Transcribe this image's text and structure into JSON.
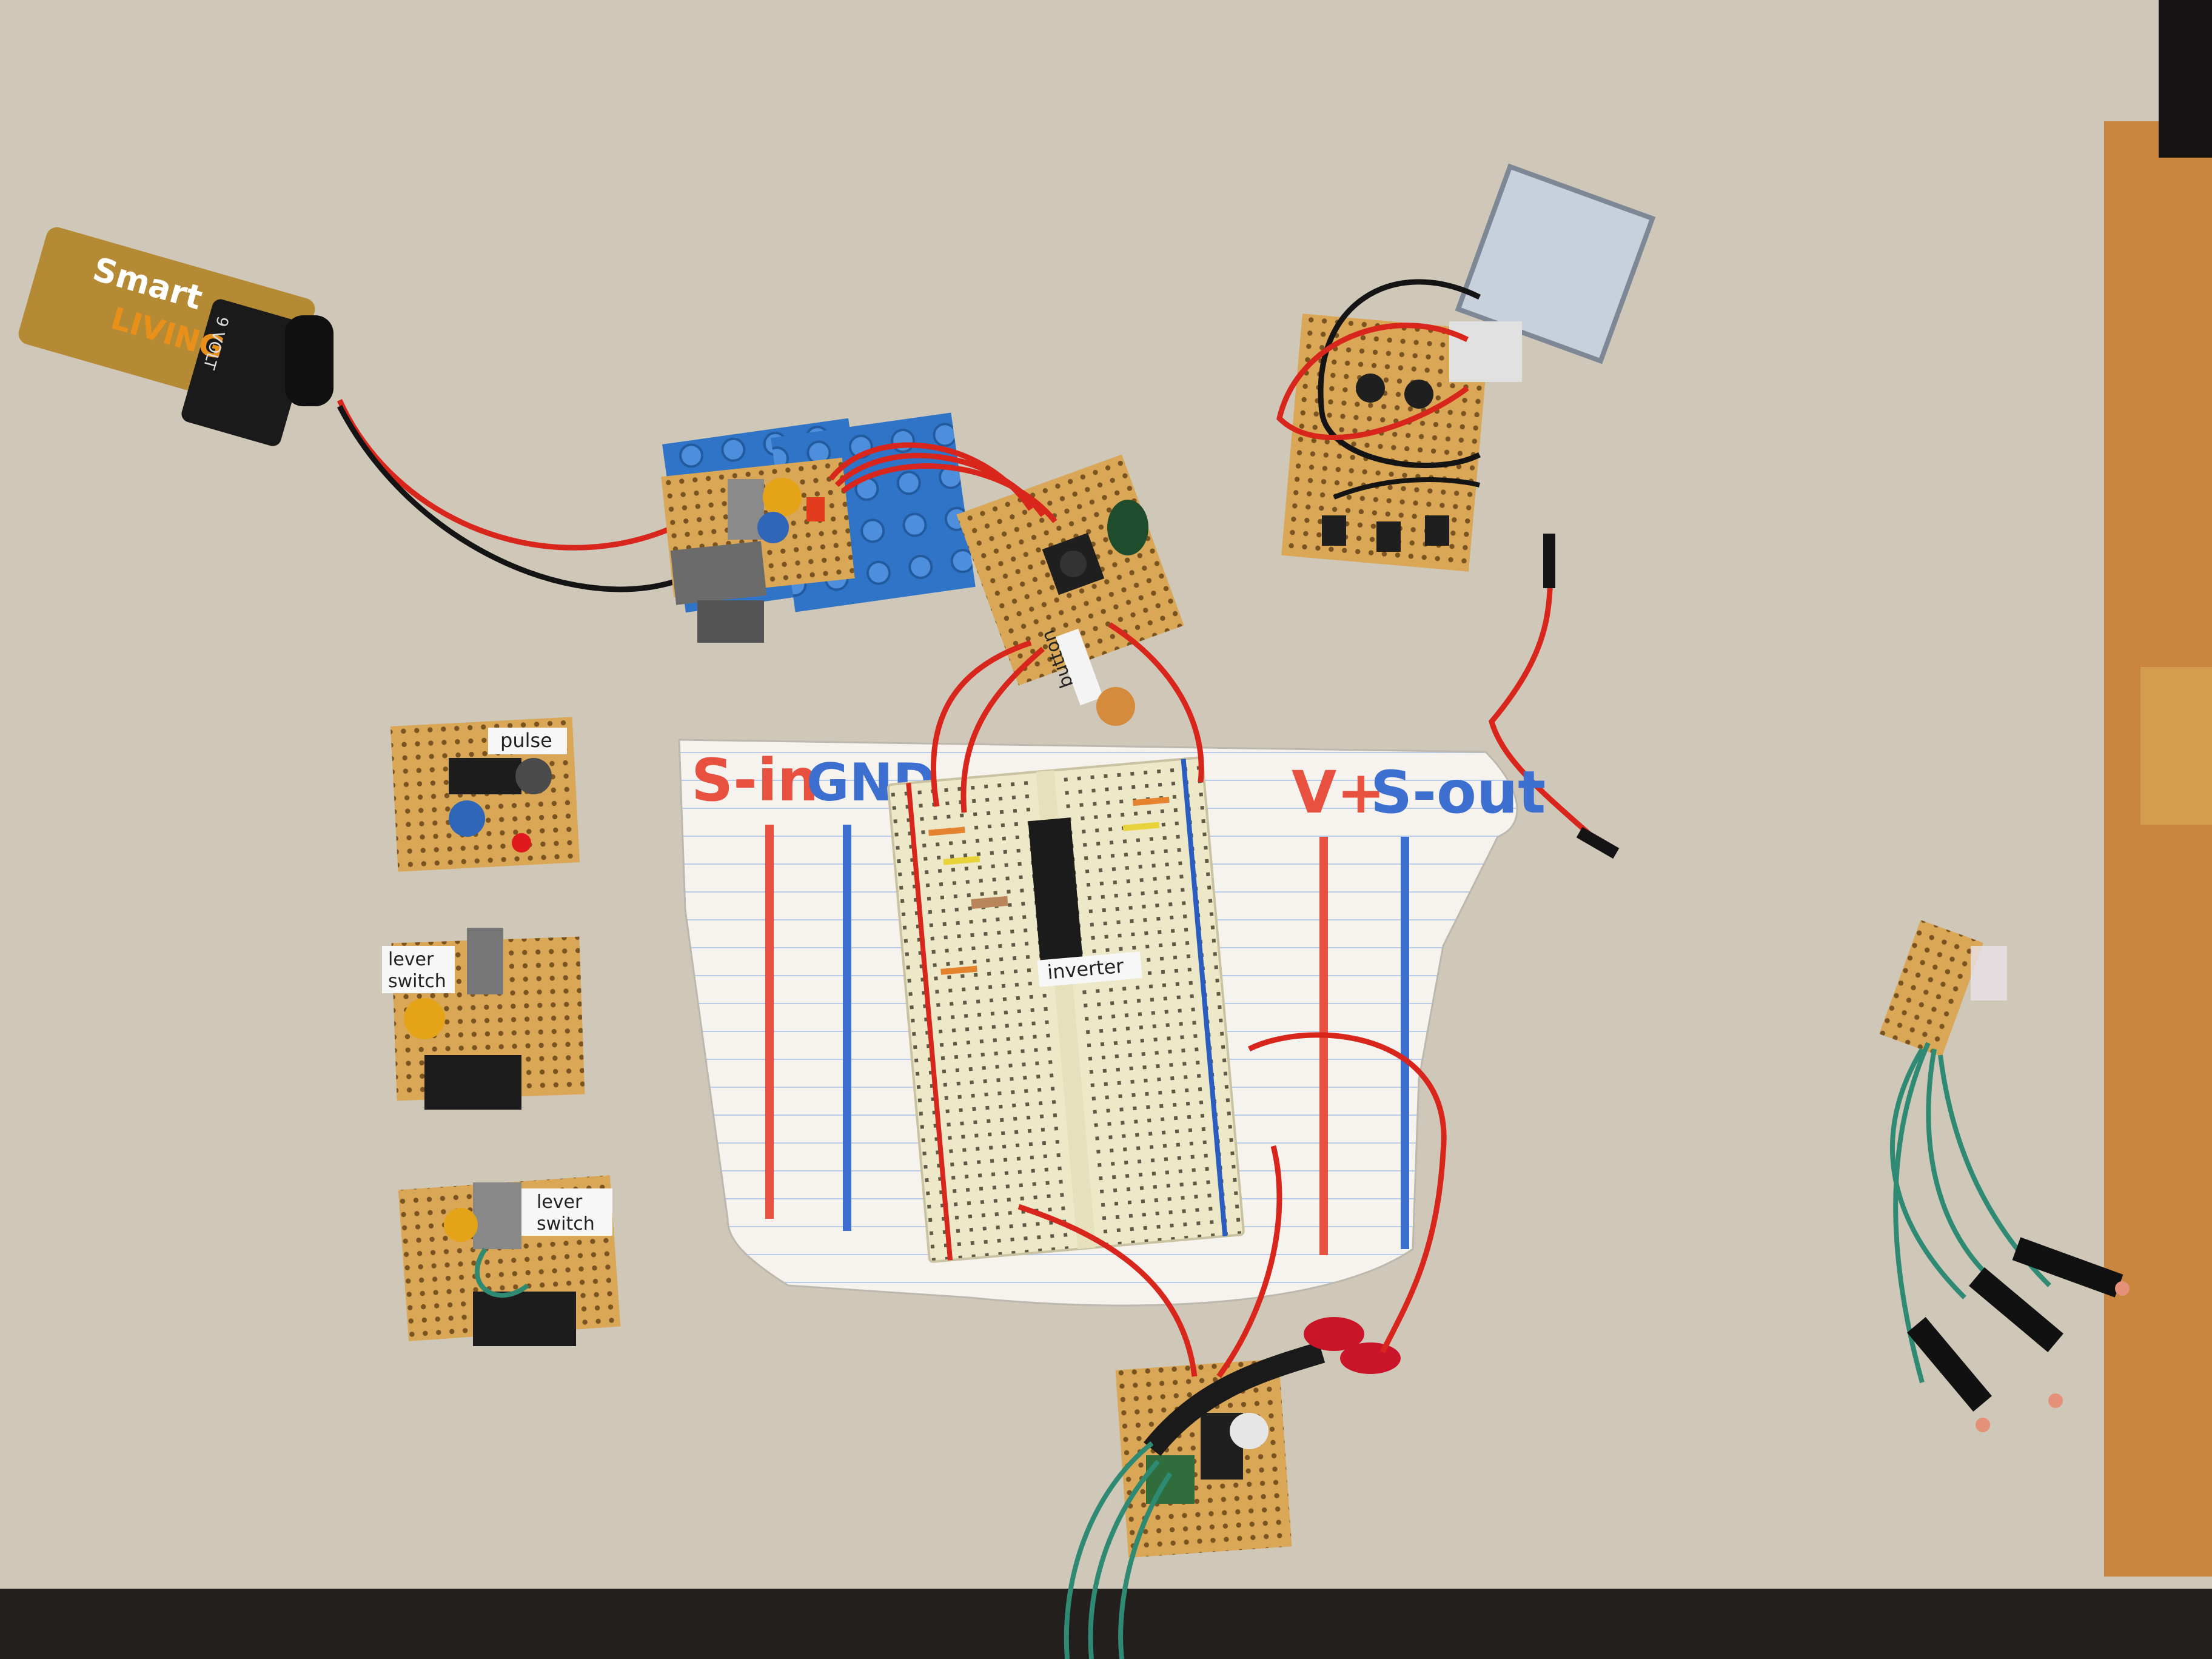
{
  "paper_labels": {
    "s_in": "S-in",
    "gnd": "GND",
    "v_plus": "V+",
    "s_out": "S-out"
  },
  "module_tags": {
    "pulse": "pulse",
    "lever_switch_1_line1": "lever",
    "lever_switch_1_line2": "switch",
    "lever_switch_2_line1": "lever",
    "lever_switch_2_line2": "switch",
    "inverter": "inverter",
    "button": "button"
  },
  "battery": {
    "brand_line1": "Smart",
    "brand_line2": "LIVING",
    "voltage": "9 VOLT"
  },
  "colors": {
    "table": "#cfc7b8",
    "perfboard": "#d9a756",
    "breadboard": "#ede8c8",
    "wire_red": "#d8261c",
    "wire_black": "#141414",
    "wire_green": "#2f8a74",
    "marker_red": "#e8503f",
    "marker_blue": "#3d6fd1",
    "lego_blue": "#2f74c6"
  }
}
